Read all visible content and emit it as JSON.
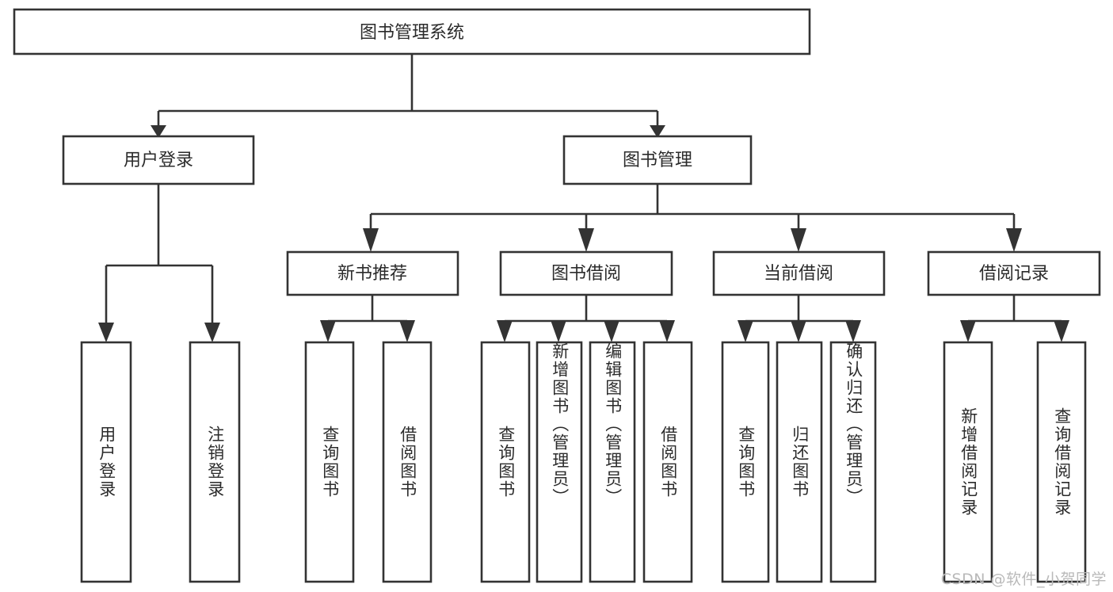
{
  "diagram": {
    "type": "tree-hierarchy",
    "title": "图书管理系统",
    "watermark": "CSDN @软件_小贺同学",
    "colors": {
      "background": "#ffffff",
      "stroke": "#333333",
      "text": "#2b2b2b",
      "watermark": "#b9b9b9"
    },
    "levels": {
      "root": {
        "label": "图书管理系统"
      },
      "level2": [
        {
          "label": "用户登录"
        },
        {
          "label": "图书管理"
        }
      ],
      "level3": [
        {
          "label": "新书推荐"
        },
        {
          "label": "图书借阅"
        },
        {
          "label": "当前借阅"
        },
        {
          "label": "借阅记录"
        }
      ],
      "leaves": [
        {
          "label": "用户登录",
          "parent": "用户登录"
        },
        {
          "label": "注销登录",
          "parent": "用户登录"
        },
        {
          "label": "查询图书",
          "parent": "新书推荐"
        },
        {
          "label": "借阅图书",
          "parent": "新书推荐"
        },
        {
          "label": "查询图书",
          "parent": "图书借阅"
        },
        {
          "label": "新增图书（管理员）",
          "parent": "图书借阅"
        },
        {
          "label": "编辑图书（管理员）",
          "parent": "图书借阅"
        },
        {
          "label": "借阅图书",
          "parent": "图书借阅"
        },
        {
          "label": "查询图书",
          "parent": "当前借阅"
        },
        {
          "label": "归还图书",
          "parent": "当前借阅"
        },
        {
          "label": "确认归还（管理员）",
          "parent": "当前借阅"
        },
        {
          "label": "新增借阅记录",
          "parent": "借阅记录"
        },
        {
          "label": "查询借阅记录",
          "parent": "借阅记录"
        }
      ]
    }
  }
}
